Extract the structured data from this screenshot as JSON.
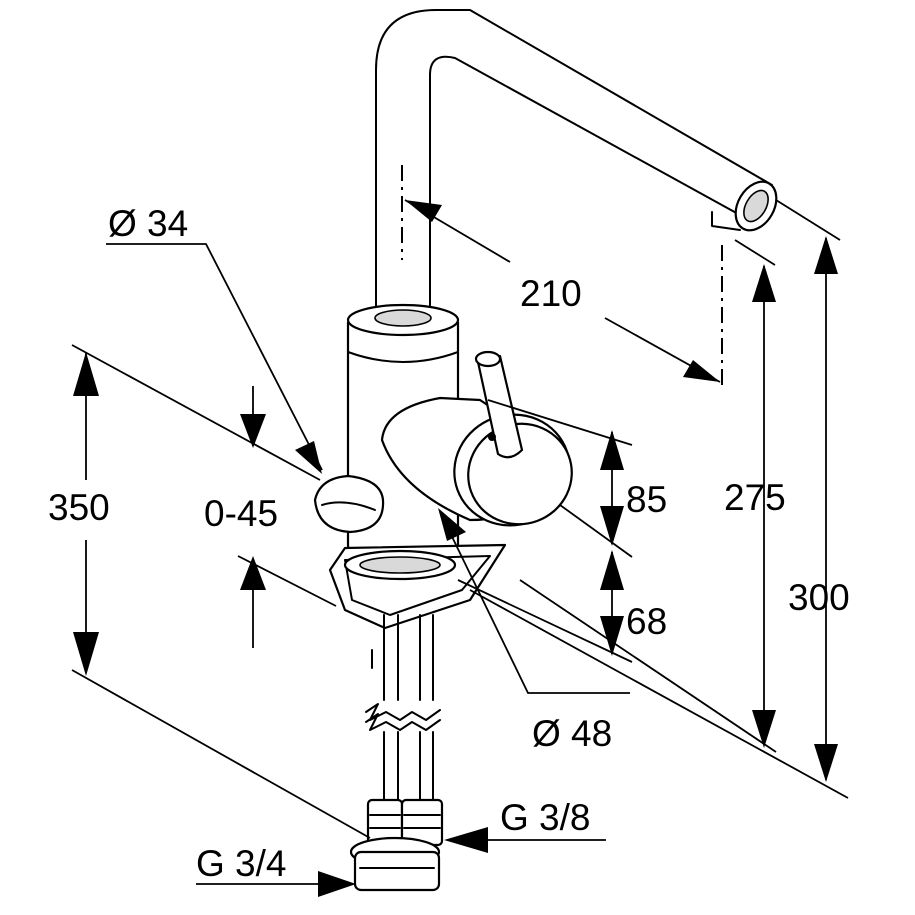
{
  "dimensions": {
    "spout_diameter": "Ø 34",
    "spout_reach": "210",
    "height_total": "350",
    "swivel_angle": "0-45",
    "lever_height": "85",
    "base_height": "68",
    "spout_height": "275",
    "overall_height": "300",
    "base_diameter": "Ø 48",
    "outlet_connection": "G 3/8",
    "inlet_connection": "G 3/4"
  }
}
